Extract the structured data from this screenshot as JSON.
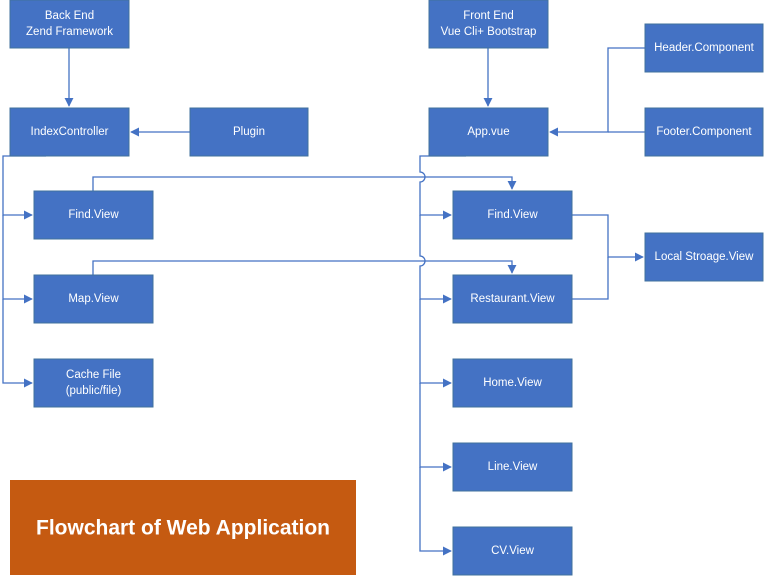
{
  "colors": {
    "node_fill": "#4472c4",
    "node_border": "#41719c",
    "node_text": "#ffffff",
    "connector": "#4472c4",
    "title_fill": "#c55a11",
    "title_text": "#ffffff"
  },
  "nodes": {
    "backend": {
      "lines": [
        "Back End",
        "Zend Framework"
      ]
    },
    "frontend": {
      "lines": [
        "Front End",
        "Vue Cli+ Bootstrap"
      ]
    },
    "index_controller": {
      "lines": [
        "IndexController"
      ]
    },
    "plugin": {
      "lines": [
        "Plugin"
      ]
    },
    "app_vue": {
      "lines": [
        "App.vue"
      ]
    },
    "header_component": {
      "lines": [
        "Header.Component"
      ]
    },
    "footer_component": {
      "lines": [
        "Footer.Component"
      ]
    },
    "be_find_view": {
      "lines": [
        "Find.View"
      ]
    },
    "be_map_view": {
      "lines": [
        "Map.View"
      ]
    },
    "cache_file": {
      "lines": [
        "Cache File",
        "(public/file)"
      ]
    },
    "fe_find_view": {
      "lines": [
        "Find.View"
      ]
    },
    "fe_restaurant_view": {
      "lines": [
        "Restaurant.View"
      ]
    },
    "local_storage_view": {
      "lines": [
        "Local Stroage.View"
      ]
    },
    "fe_home_view": {
      "lines": [
        "Home.View"
      ]
    },
    "fe_line_view": {
      "lines": [
        "Line.View"
      ]
    },
    "fe_cv_view": {
      "lines": [
        "CV.View"
      ]
    }
  },
  "edges": [
    {
      "from": "backend",
      "to": "index_controller"
    },
    {
      "from": "plugin",
      "to": "index_controller"
    },
    {
      "from": "frontend",
      "to": "app_vue"
    },
    {
      "from": "header_component",
      "to": "app_vue"
    },
    {
      "from": "footer_component",
      "to": "app_vue"
    },
    {
      "from": "index_controller",
      "to": "be_find_view"
    },
    {
      "from": "index_controller",
      "to": "be_map_view"
    },
    {
      "from": "index_controller",
      "to": "cache_file"
    },
    {
      "from": "app_vue",
      "to": "fe_find_view"
    },
    {
      "from": "app_vue",
      "to": "fe_restaurant_view"
    },
    {
      "from": "app_vue",
      "to": "fe_home_view"
    },
    {
      "from": "app_vue",
      "to": "fe_line_view"
    },
    {
      "from": "app_vue",
      "to": "fe_cv_view"
    },
    {
      "from": "be_find_view",
      "to": "fe_find_view"
    },
    {
      "from": "be_map_view",
      "to": "fe_restaurant_view"
    },
    {
      "from": "fe_find_view",
      "to": "local_storage_view"
    },
    {
      "from": "fe_restaurant_view",
      "to": "local_storage_view"
    }
  ],
  "title": {
    "text": "Flowchart of Web Application"
  }
}
